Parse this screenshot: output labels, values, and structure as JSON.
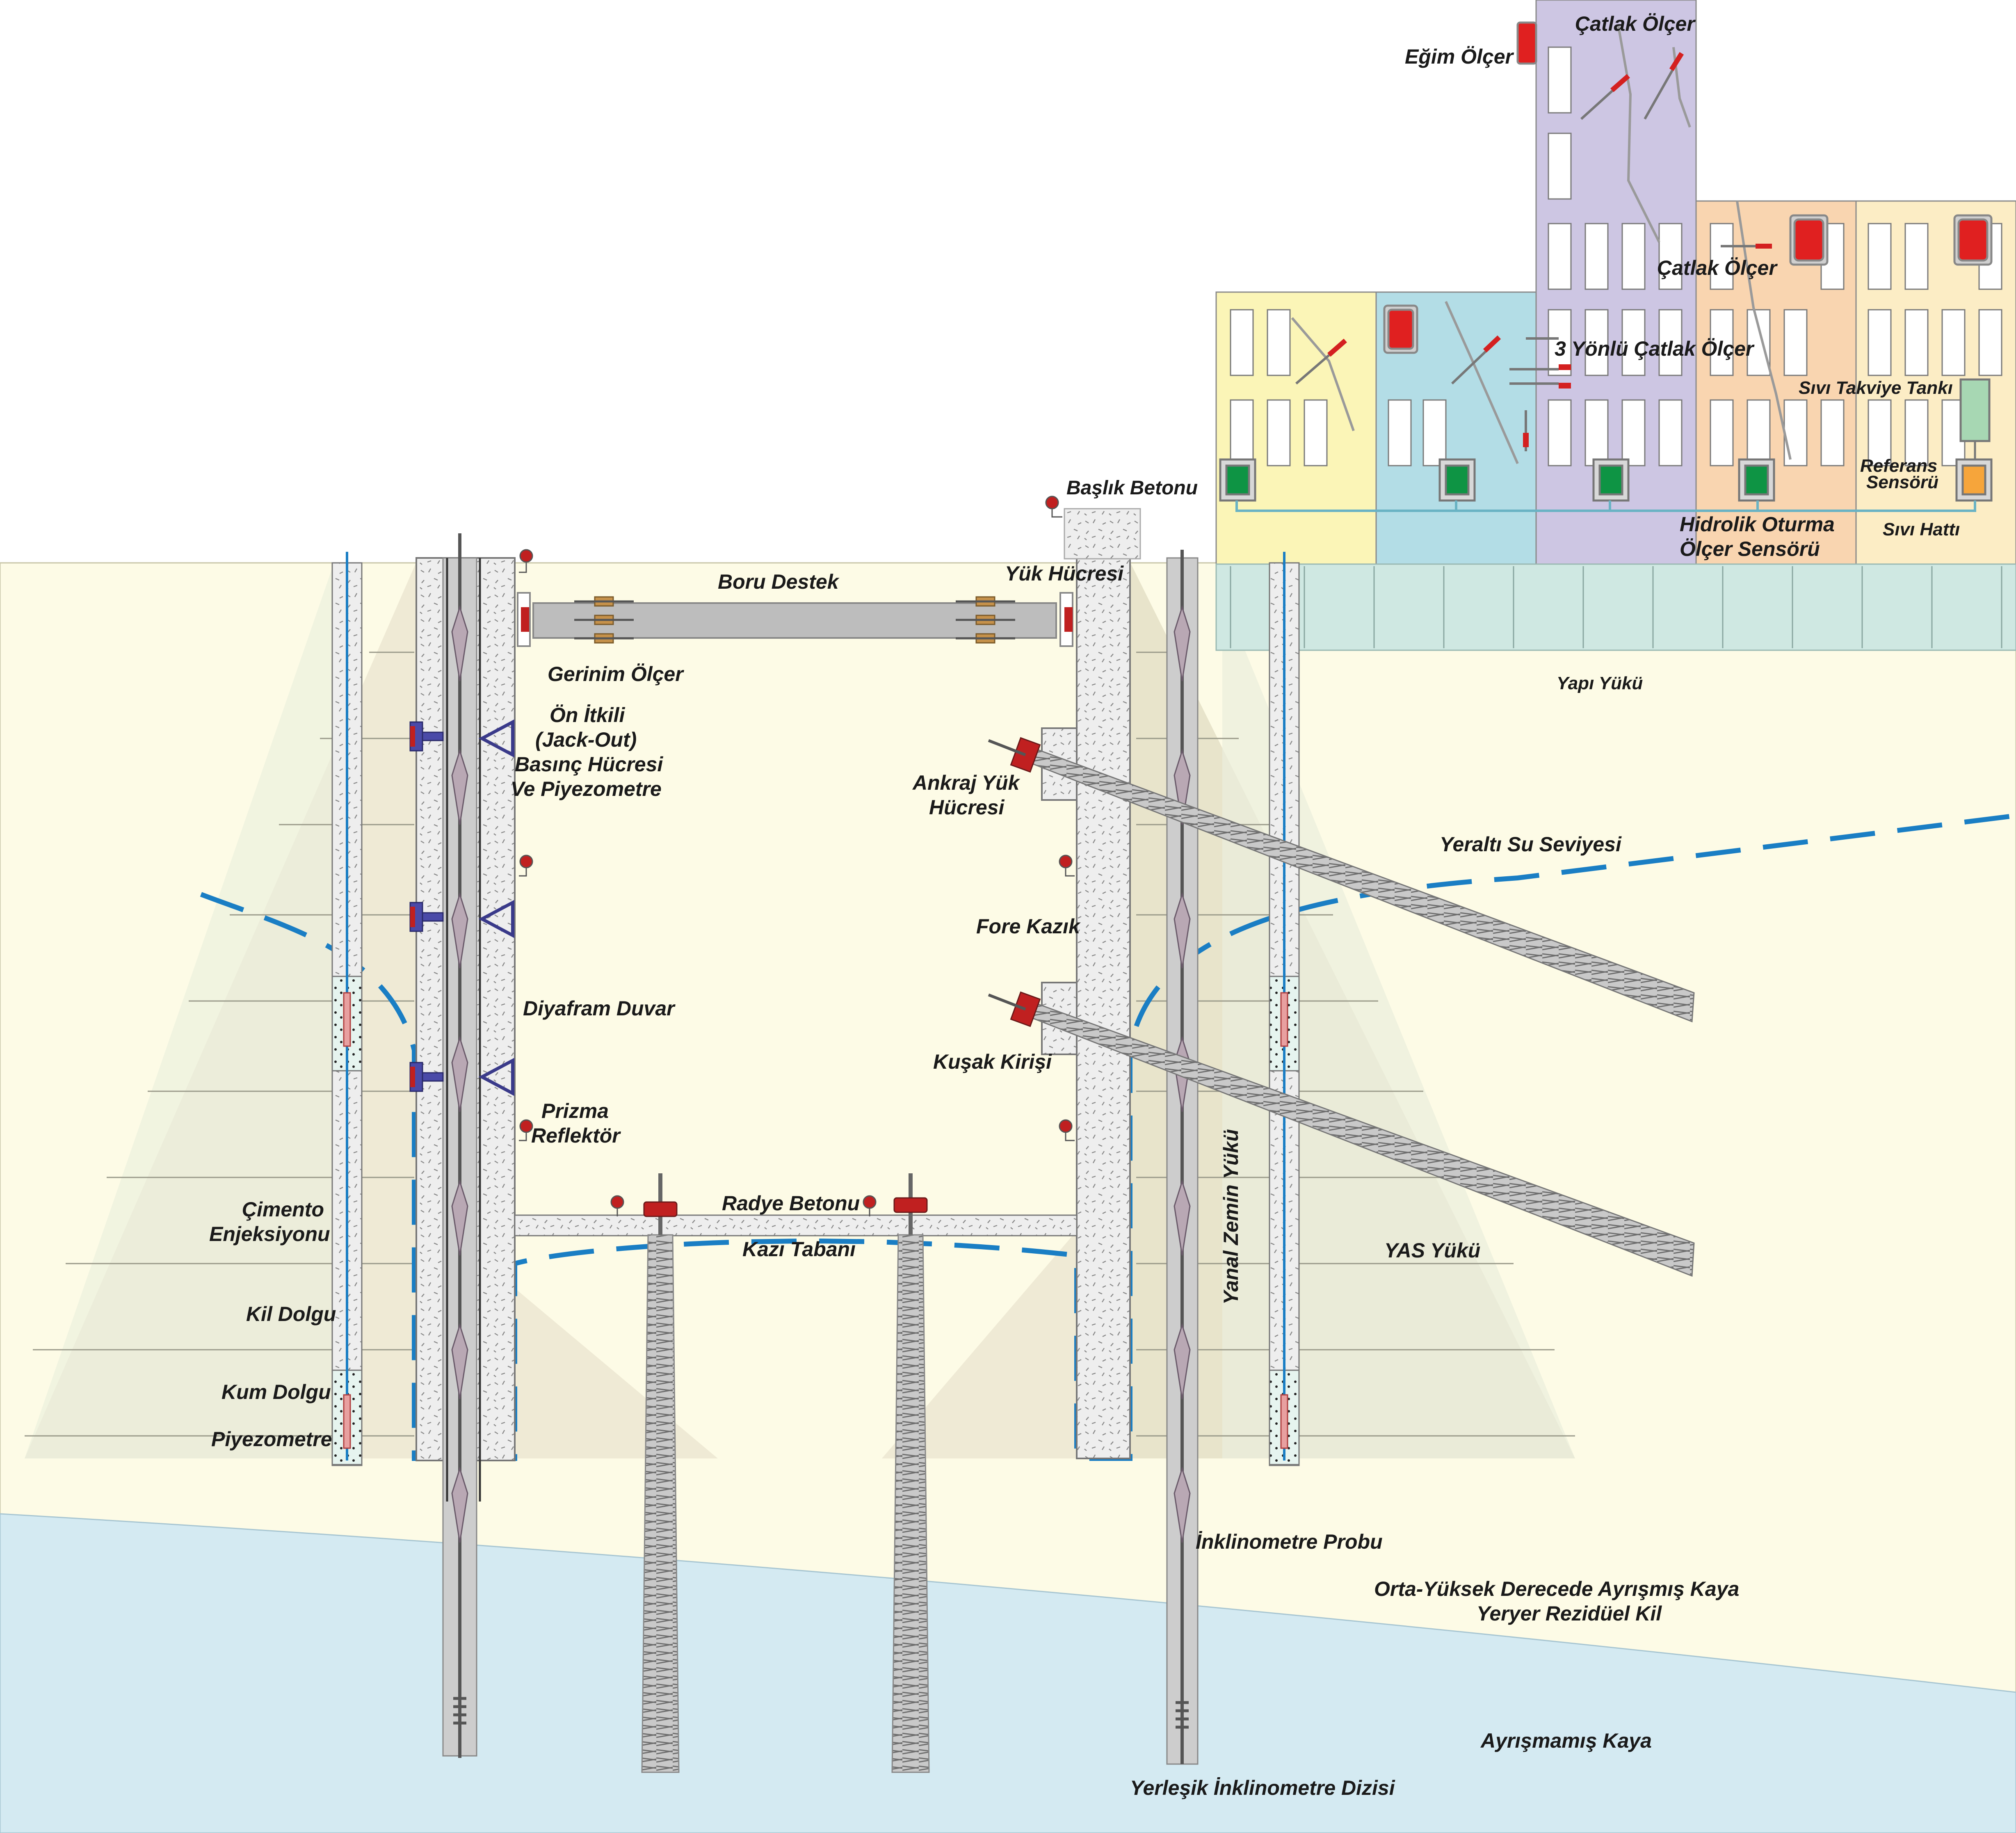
{
  "labels": {
    "egim_olcer": "Eğim Ölçer",
    "catlak_olcer_top": "Çatlak Ölçer",
    "catlak_olcer_mid": "Çatlak Ölçer",
    "uc_yonlu_catlak_olcer": "3 Yönlü Çatlak Ölçer",
    "sivi_takviye_tanki": "Sıvı Takviye Tankı",
    "referans_sensoru_1": "Referans",
    "referans_sensoru_2": "Sensörü",
    "hidrolik_oturma_1": "Hidrolik Oturma",
    "hidrolik_oturma_2": "Ölçer Sensörü",
    "sivi_hatti": "Sıvı Hattı",
    "baslik_betonu": "Başlık Betonu",
    "yuk_hucresi": "Yük Hücresi",
    "boru_destek": "Boru Destek",
    "gerinim_olcer": "Gerinim Ölçer",
    "on_itkili_1": "Ön İtkili",
    "on_itkili_2": "(Jack-Out)",
    "on_itkili_3": "Basınç Hücresi",
    "on_itkili_4": "Ve Piyezometre",
    "yapi_yuku": "Yapı Yükü",
    "ankraj_yuk_1": "Ankraj Yük",
    "ankraj_yuk_2": "Hücresi",
    "yeralti_su_seviyesi": "Yeraltı Su Seviyesi",
    "fore_kazik": "Fore Kazık",
    "diyafram_duvar": "Diyafram Duvar",
    "kusak_kirisi": "Kuşak Kirişi",
    "prizma_1": "Prizma",
    "prizma_2": "Reflektör",
    "radye_betonu": "Radye Betonu",
    "kazi_tabani": "Kazı Tabanı",
    "yanal_zemin_yuku": "Yanal Zemin Yükü",
    "yas_yuku": "YAS Yükü",
    "cimento_1": "Çimento",
    "cimento_2": "Enjeksiyonu",
    "kil_dolgu": "Kil Dolgu",
    "kum_dolgu": "Kum Dolgu",
    "piyezometre": "Piyezometre",
    "inklinometre_probu": "İnklinometre Probu",
    "orta_yuksek_1": "Orta-Yüksek Derecede Ayrışmış Kaya",
    "orta_yuksek_2": "Yeryer Rezidüel Kil",
    "ayrismamis_kaya": "Ayrışmamış Kaya",
    "yerlesik_inklinometre": "Yerleşik İnklinometre Dizisi"
  },
  "colors": {
    "soil": "#fdfbe6",
    "rock": "#d4eaf2",
    "water_line": "#1a7ec4",
    "concrete": "#ebebeb",
    "building_yellow": "#fbf5b7",
    "building_blue": "#b3dde6",
    "building_purple": "#cdc6e3",
    "building_orange": "#f9d5b0",
    "building_cream": "#fcedc5",
    "foundation": "#cfe8e2",
    "sensor_red": "#e02020",
    "sensor_green": "#0e9444",
    "sensor_orange": "#f6a53b",
    "tank_green": "#a7d7b3"
  }
}
